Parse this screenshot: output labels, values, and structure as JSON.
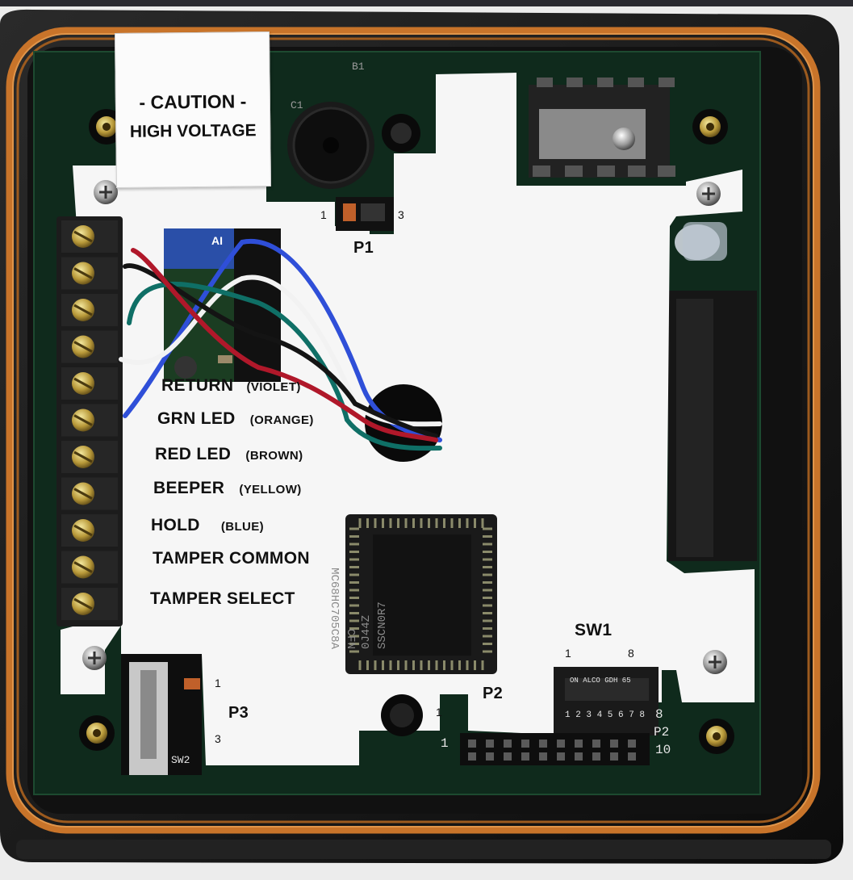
{
  "caution_label": {
    "line1": "- CAUTION -",
    "line2": "HIGH VOLTAGE"
  },
  "connector_labels": {
    "p1": "P1",
    "p1_pin_1": "1",
    "p1_pin_3": "3",
    "p2": "P2",
    "p2_pin_1": "1",
    "p3": "P3",
    "p3_pin_1": "1",
    "p3_pin_3": "3",
    "sw1": "SW1",
    "sw1_pin_1": "1",
    "sw1_pin_8": "8"
  },
  "terminal_labels": [
    {
      "name": "RETURN",
      "color": "(VIOLET)"
    },
    {
      "name": "GRN LED",
      "color": "(ORANGE)"
    },
    {
      "name": "RED LED",
      "color": "(BROWN)"
    },
    {
      "name": "BEEPER",
      "color": "(YELLOW)"
    },
    {
      "name": "HOLD",
      "color": "(BLUE)"
    },
    {
      "name": "TAMPER COMMON",
      "color": ""
    },
    {
      "name": "TAMPER SELECT",
      "color": ""
    }
  ],
  "board_markings": {
    "microcontroller": [
      "MC68HC705C8A",
      "CFN",
      "0J44Z",
      "SSCN0R7"
    ],
    "module_logo": "AI",
    "dip_switch_text": "ON ALCO GDH 65",
    "dip_switch_numbers": "1 2 3 4 5 6 7 8",
    "pcb_p2_label": "P2",
    "pcb_p2_pin_8": "8",
    "pcb_p2_pin_10": "10",
    "pcb_pin_1": "1",
    "pcb_sw2": "SW2",
    "pcb_b1": "B1",
    "pcb_c1": "C1"
  },
  "colors": {
    "enclosure": "#1a1a1a",
    "copper_coil": "#c8742a",
    "pcb": "#0f2a1c",
    "label_sheet": "#f6f6f6",
    "terminal_block": "#1c1c1c",
    "wire_blue": "#2f4fd8",
    "wire_white": "#f2f2f2",
    "wire_teal": "#0f6f66",
    "wire_black": "#141414",
    "wire_red": "#b0182a",
    "module_blue": "#2a4fa8"
  }
}
